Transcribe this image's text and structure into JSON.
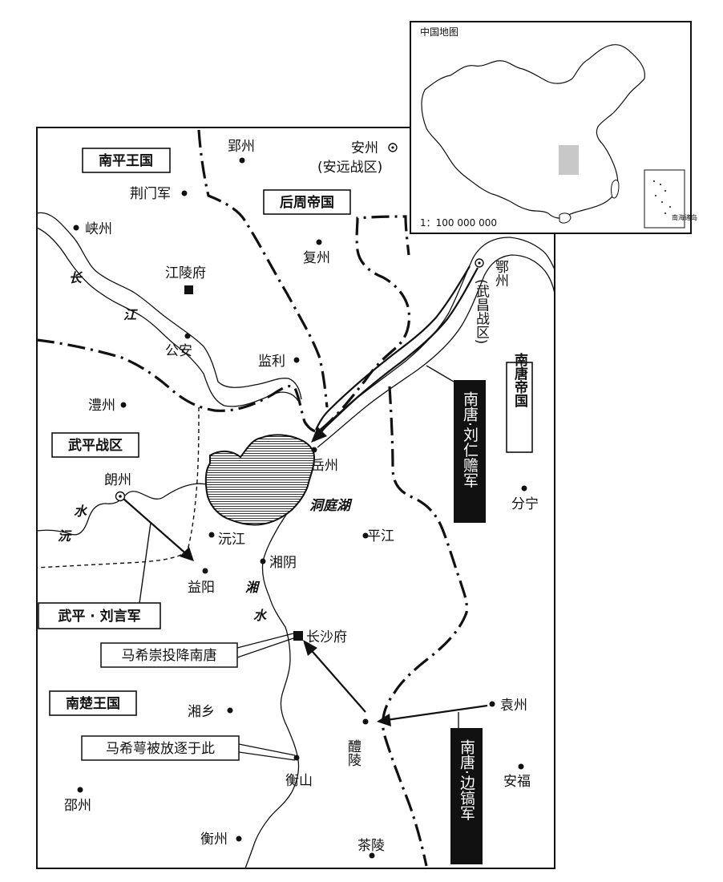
{
  "inset": {
    "title": "中国地图",
    "scale": "1：100 000 000",
    "south_sea_label": "南海诸岛"
  },
  "regions": {
    "nanping": "南平王国",
    "houzhou": "后周帝国",
    "wuping": "武平战区",
    "nanchu": "南楚王国",
    "nantang": "南唐帝国"
  },
  "cities": {
    "yingzhou": "郢州",
    "anzhou": "安州",
    "anyuan": "(安远战区)",
    "jingmen": "荆门军",
    "xiazhou": "峡州",
    "fuzhou": "复州",
    "jiangling": "江陵府",
    "ezhou": "鄂州",
    "wuchang": "(武昌战区)",
    "gongan": "公安",
    "jianli": "监利",
    "lizhou": "澧州",
    "yuezhou": "岳州",
    "langzhou": "朗州",
    "fenning": "分宁",
    "yuanjiang": "沅江",
    "pingjiang": "平江",
    "xiangyin": "湘阴",
    "yiyang": "益阳",
    "changsha": "长沙府",
    "xiangxiang": "湘乡",
    "yuanzhou": "袁州",
    "liling": "醴陵",
    "hengshan": "衡山",
    "anfu": "安福",
    "shaozhou": "邵州",
    "hengzhou": "衡州",
    "chaling": "茶陵"
  },
  "water": {
    "chang": "长",
    "jiang": "江",
    "dongting": "洞庭湖",
    "shui1": "水",
    "yuan": "沅",
    "xiang": "湘",
    "shui2": "水"
  },
  "armies": {
    "liuren": "南唐·刘仁赡军",
    "bianhao": "南唐·边镐军",
    "liuyan": "武平 · 刘言军"
  },
  "notes": {
    "surrender": "马希崇投降南唐",
    "exile": "马希萼被放逐于此"
  }
}
